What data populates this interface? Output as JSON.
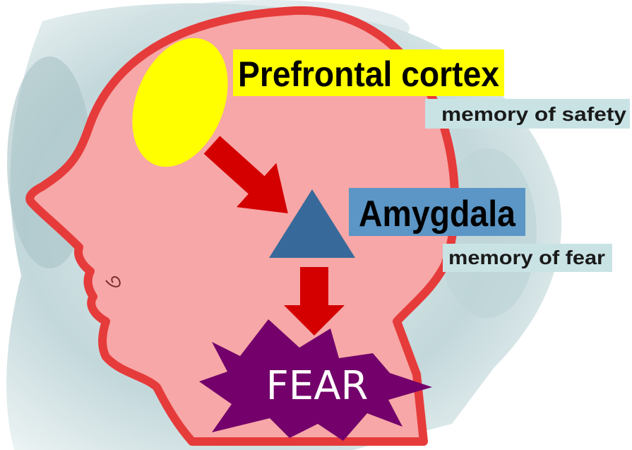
{
  "regions": {
    "prefrontal": {
      "label": "Prefrontal cortex",
      "sublabel": "memory of safety"
    },
    "amygdala": {
      "label": "Amygdala",
      "sublabel": "memory of fear"
    },
    "fear": {
      "label": "FEAR"
    }
  },
  "colors": {
    "head_fill": "#f7a7a7",
    "head_outline": "#e63b3b",
    "prefrontal": "#ffff00",
    "amygdala": "#376a9a",
    "amygdala_label_bg": "#5b96c6",
    "sublabel_bg": "#c9e3e5",
    "arrow": "#d40000",
    "fear_star": "#73006b",
    "scan_background": "#b7cfd2"
  },
  "icons": {
    "prefrontal_shape": "yellow-oval",
    "amygdala_shape": "blue-triangle",
    "fear_shape": "purple-starburst",
    "arrows": "red-arrow"
  }
}
